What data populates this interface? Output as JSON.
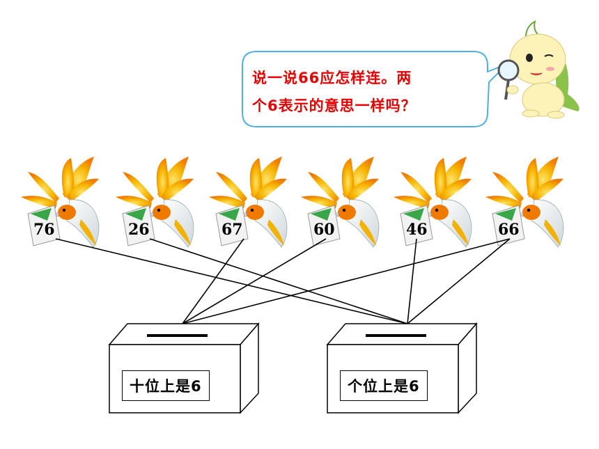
{
  "prompt": {
    "line1": "说一说66应怎样连。两",
    "line2": "个6表示的意思一样吗？"
  },
  "birds": [
    {
      "number": "76"
    },
    {
      "number": "26"
    },
    {
      "number": "67"
    },
    {
      "number": "60"
    },
    {
      "number": "46"
    },
    {
      "number": "66"
    }
  ],
  "boxes": {
    "tens": {
      "label": "十位上是6"
    },
    "ones": {
      "label": "个位上是6"
    }
  },
  "colors": {
    "prompt_text": "#e60000",
    "bubble_border": "#4fb0e0",
    "bird_yellow": "#f5b800",
    "bird_orange": "#f07a00",
    "envelope_green": "#3aa64a"
  }
}
